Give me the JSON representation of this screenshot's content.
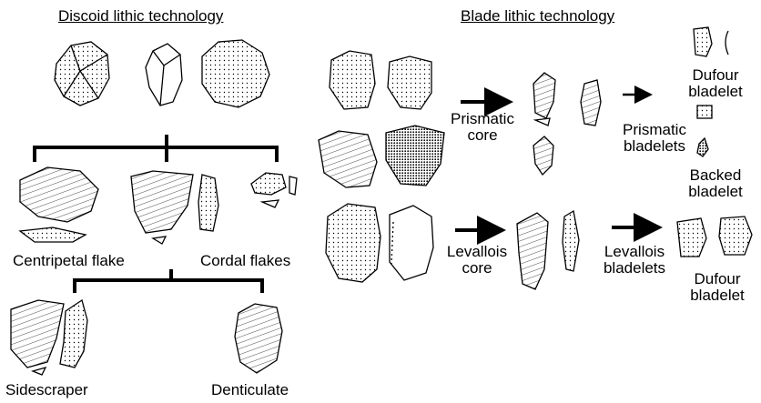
{
  "discoid": {
    "title": "Discoid lithic technology",
    "centripetal_flake": "Centripetal flake",
    "cordal_flakes": "Cordal flakes",
    "sidescraper": "Sidescraper",
    "denticulate": "Denticulate"
  },
  "blade": {
    "title": "Blade lithic technology",
    "prismatic_core": [
      "Prismatic",
      "core"
    ],
    "prismatic_bladelets": [
      "Prismatic",
      "bladelets"
    ],
    "dufour_top": [
      "Dufour",
      "bladelet"
    ],
    "backed_bladelet": [
      "Backed",
      "bladelet"
    ],
    "levallois_core": [
      "Levallois",
      "core"
    ],
    "levallois_bladelets": [
      "Levallois",
      "bladelets"
    ],
    "dufour_bottom": [
      "Dufour",
      "bladelet"
    ]
  }
}
